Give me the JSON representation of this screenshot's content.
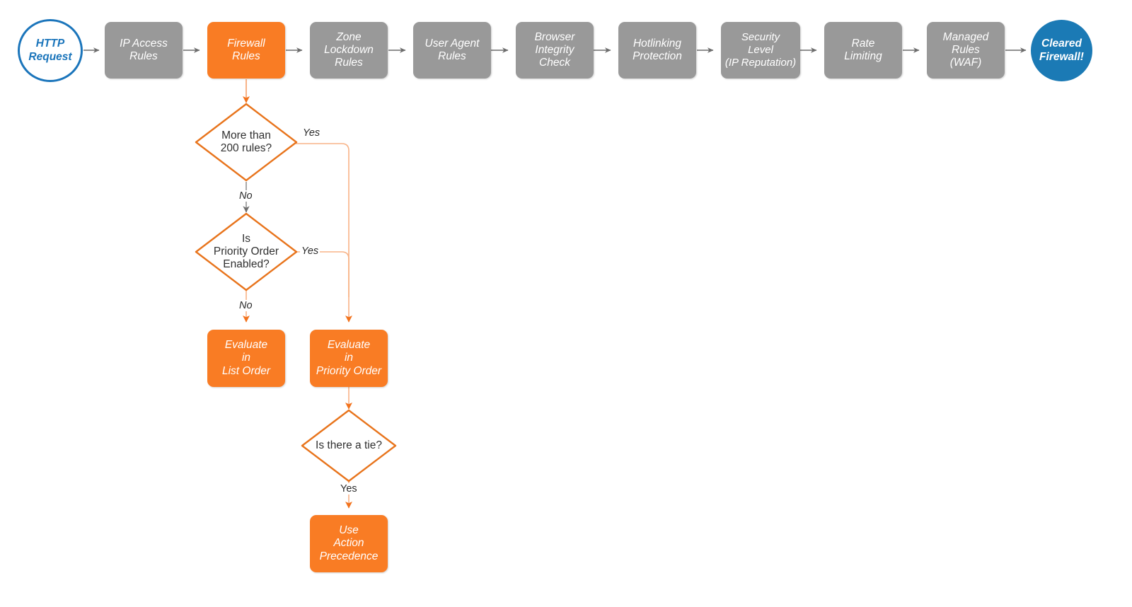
{
  "diagram": {
    "title": "Cloudflare firewall request evaluation order flowchart",
    "background": "#ffffff",
    "colors": {
      "gray_node": "#999999",
      "orange_node": "#f97c24",
      "orange_stroke": "#e8741c",
      "orange_light_edge": "#f8b387",
      "blue_stroke": "#1b75bb",
      "blue_fill": "#1b7ab5",
      "gray_edge": "#6d6d6d",
      "text_dark": "#303030",
      "text_light": "#ffffff"
    },
    "pipeline": [
      {
        "id": "http-request",
        "label": "HTTP\nRequest",
        "shape": "circle-outline",
        "color": "#1b75bb"
      },
      {
        "id": "ip-access-rules",
        "label": "IP Access\nRules",
        "shape": "process",
        "color": "#999999"
      },
      {
        "id": "firewall-rules",
        "label": "Firewall\nRules",
        "shape": "process",
        "color": "#f97c24"
      },
      {
        "id": "zone-lockdown",
        "label": "Zone\nLockdown\nRules",
        "shape": "process",
        "color": "#999999"
      },
      {
        "id": "user-agent-rules",
        "label": "User Agent\nRules",
        "shape": "process",
        "color": "#999999"
      },
      {
        "id": "browser-integrity",
        "label": "Browser\nIntegrity\nCheck",
        "shape": "process",
        "color": "#999999"
      },
      {
        "id": "hotlinking",
        "label": "Hotlinking\nProtection",
        "shape": "process",
        "color": "#999999"
      },
      {
        "id": "security-level",
        "label": "Security\nLevel\n(IP Reputation)",
        "shape": "process",
        "color": "#999999"
      },
      {
        "id": "rate-limiting",
        "label": "Rate\nLimiting",
        "shape": "process",
        "color": "#999999"
      },
      {
        "id": "managed-rules",
        "label": "Managed\nRules\n(WAF)",
        "shape": "process",
        "color": "#999999"
      },
      {
        "id": "cleared-firewall",
        "label": "Cleared\nFirewall!",
        "shape": "circle-filled",
        "color": "#1b7ab5"
      }
    ],
    "branch": {
      "decisions": [
        {
          "id": "more-than-200-rules",
          "label": "More than\n200 rules?"
        },
        {
          "id": "is-priority-order-enabled",
          "label": "Is\nPriority Order\nEnabled?"
        },
        {
          "id": "is-there-a-tie",
          "label": "Is there a tie?"
        }
      ],
      "outcomes": [
        {
          "id": "evaluate-list-order",
          "label": "Evaluate\nin\nList Order"
        },
        {
          "id": "evaluate-priority-order",
          "label": "Evaluate\nin\nPriority Order"
        },
        {
          "id": "use-action-precedence",
          "label": "Use\nAction\nPrecedence"
        }
      ]
    },
    "edge_labels": {
      "rules_yes": "Yes",
      "rules_no": "No",
      "priority_yes": "Yes",
      "priority_no": "No",
      "tie_yes": "Yes"
    }
  }
}
